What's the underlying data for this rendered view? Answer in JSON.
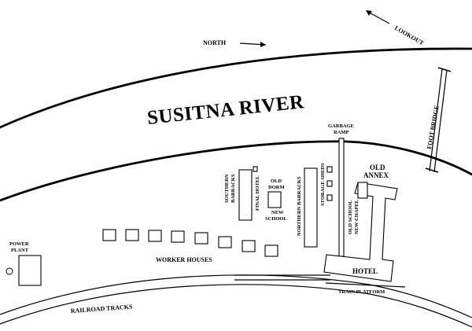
{
  "map": {
    "river_label": "SUSITNA RIVER",
    "compass": {
      "north": "NORTH",
      "lookout": "LOOKOUT"
    },
    "labels": {
      "foot_bridge": "FOOT BRIDGE",
      "garbage_ramp_1": "GARBAGE",
      "garbage_ramp_2": "RAMP",
      "southern_barracks_1": "SOUTHERN",
      "southern_barracks_2": "BARRACKS",
      "final_hotel": "FINAL HOTEL",
      "old_dorm_1": "OLD",
      "old_dorm_2": "DORM",
      "new_school_1": "NEW",
      "new_school_2": "SCHOOL",
      "northern_barracks": "NORTHERN BARRACKS",
      "storage_sheds": "STORAGE SHEDS",
      "old_annex_1": "OLD",
      "old_annex_2": "ANNEX",
      "old_school": "OLD SCHOOL",
      "new_chapel": "NEW CHAPEL",
      "hotel": "HOTEL",
      "train_platform": "TRAIN PLATFORM",
      "power_plant_1": "POWER",
      "power_plant_2": "PLANT",
      "worker_houses": "WORKER HOUSES",
      "railroad_tracks": "RAILROAD TRACKS"
    }
  }
}
